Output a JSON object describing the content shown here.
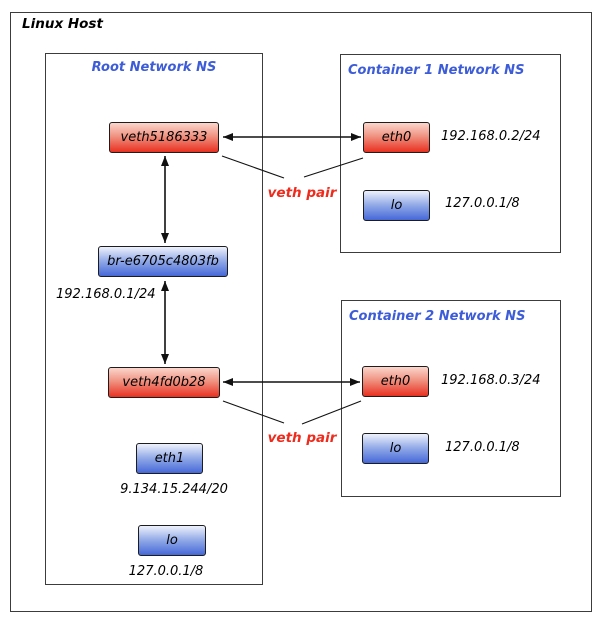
{
  "host": {
    "title": "Linux Host"
  },
  "root_ns": {
    "title": "Root Network NS",
    "veth_a_label": "veth5186333",
    "bridge_label": "br-e6705c4803fb",
    "bridge_ip": "192.168.0.1/24",
    "veth_b_label": "veth4fd0b28",
    "eth1_label": "eth1",
    "eth1_ip": "9.134.15.244/20",
    "lo_label": "lo",
    "lo_ip": "127.0.0.1/8"
  },
  "container1": {
    "title": "Container 1 Network NS",
    "eth0_label": "eth0",
    "eth0_ip": "192.168.0.2/24",
    "lo_label": "lo",
    "lo_ip": "127.0.0.1/8"
  },
  "container2": {
    "title": "Container 2 Network NS",
    "eth0_label": "eth0",
    "eth0_ip": "192.168.0.3/24",
    "lo_label": "lo",
    "lo_ip": "127.0.0.1/8"
  },
  "annotations": {
    "veth_pair_top": "veth pair",
    "veth_pair_bottom": "veth pair"
  },
  "colors": {
    "ns_title_blue": "#3d5cd8",
    "annotation_red": "#ee2b1c",
    "red_node_top": "#fbd6cc",
    "red_node_bottom": "#e9301f",
    "blue_node_top": "#eef2fd",
    "blue_node_bottom": "#4668d9",
    "border_dark": "#3c3c3c",
    "arrow_black": "#111111"
  }
}
